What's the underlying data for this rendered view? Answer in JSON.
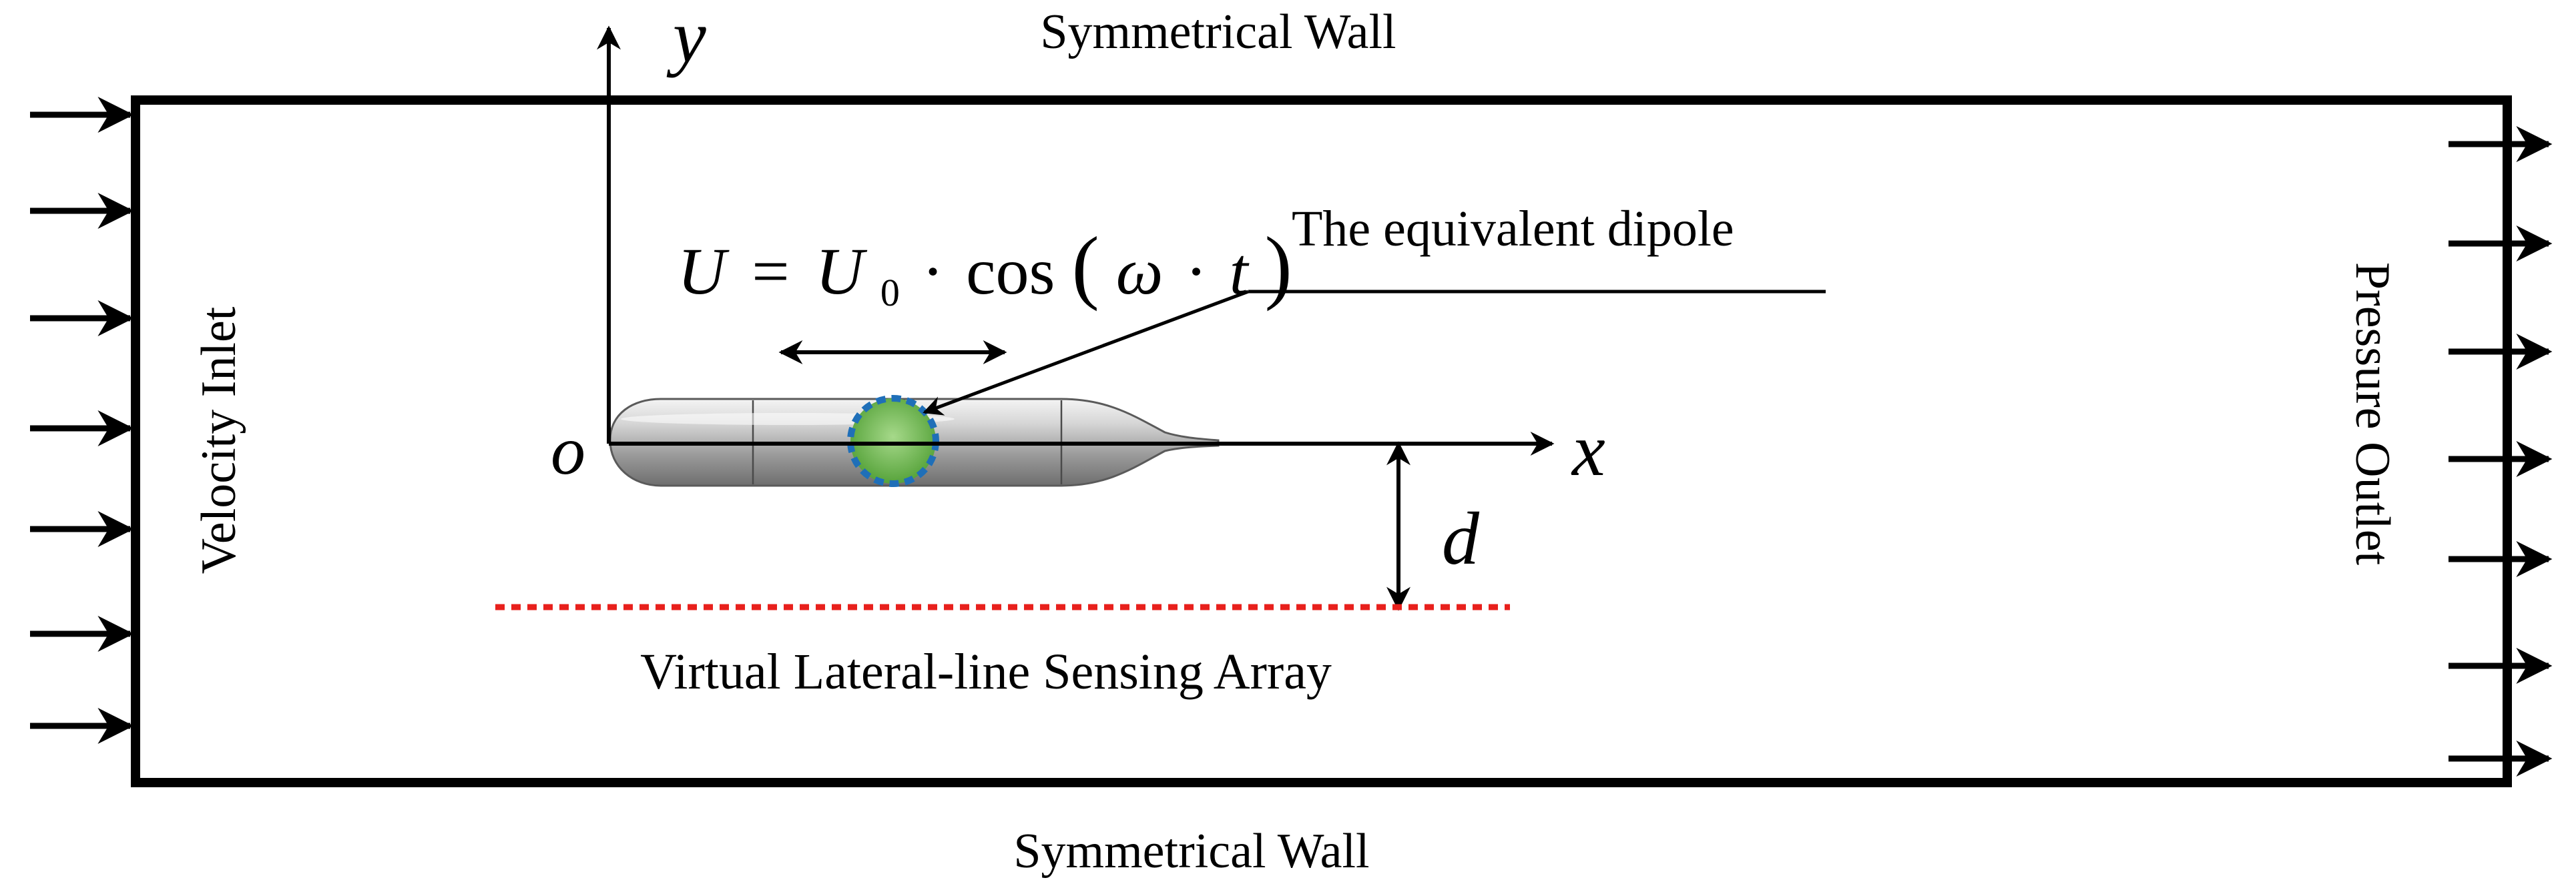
{
  "labels": {
    "top_wall": "Symmetrical Wall",
    "bottom_wall": "Symmetrical Wall",
    "inlet": "Velocity Inlet",
    "outlet": "Pressure Outlet",
    "dipole": "The equivalent dipole",
    "sensing_array": "Virtual Lateral-line Sensing Array",
    "axis_x": "x",
    "axis_y": "y",
    "origin": "o",
    "distance": "d"
  },
  "equation": {
    "lhs": "U",
    "equals": "=",
    "amp": "U",
    "amp_sub": "0",
    "dot1": "·",
    "func": "cos",
    "open": "(",
    "omega": "ω",
    "dot2": "·",
    "t": "t",
    "close": ")"
  },
  "colors": {
    "outline": "#000000",
    "sensing_array": "#e8201c",
    "dipole_fill": "#5fb342",
    "dipole_ring": "#1f6fb8",
    "body_gray": "#a8a8a8"
  },
  "icons": {
    "inlet_arrows": "arrow-right-icon",
    "outlet_arrows": "arrow-right-icon"
  }
}
